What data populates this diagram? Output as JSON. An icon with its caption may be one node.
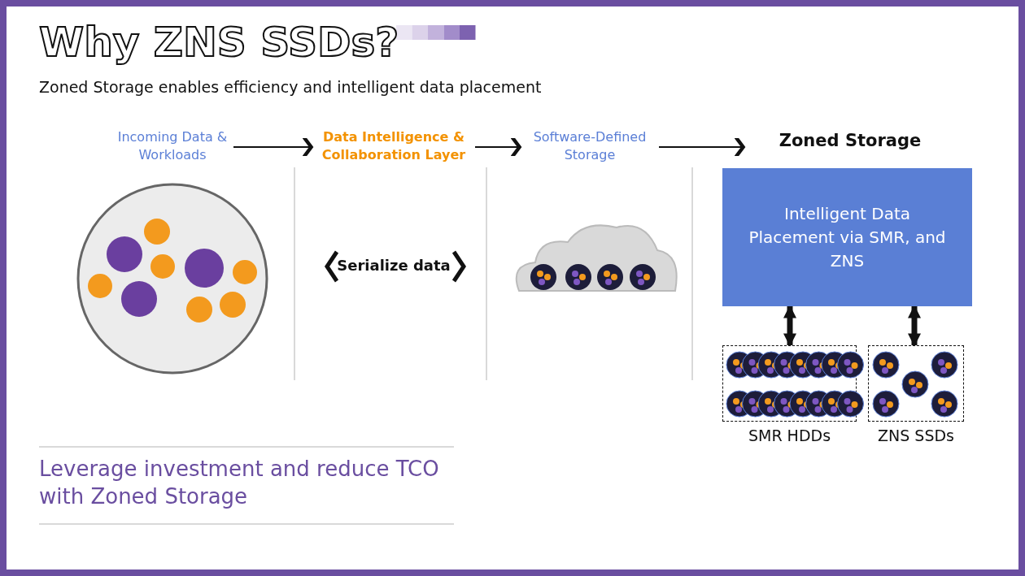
{
  "diagram": {
    "title": "Why ZNS SSDs?",
    "nodes": [
      {
        "text": [
          "Incoming Data & Workloads"
        ]
      },
      {
        "text": [
          "Data Intelligence & Collaboration Layer",
          "Serialize data"
        ]
      },
      {
        "text": [
          "Software-Defined Storage"
        ]
      },
      {
        "text": [
          "Zoned Storage"
        ]
      },
      {
        "text": [
          "Intelligent Data Placement via SMR, and ZNS"
        ]
      },
      {
        "text": [
          "SMR HDDs"
        ]
      },
      {
        "text": [
          "ZNS SSDs"
        ]
      }
    ],
    "edges": [
      {
        "from": 0,
        "to": 1,
        "arrow": "to"
      },
      {
        "from": 1,
        "to": 2,
        "arrow": "to"
      },
      {
        "from": 2,
        "to": 3,
        "arrow": "to"
      },
      {
        "from": 4,
        "to": 5,
        "arrow": "both",
        "style": "thick"
      },
      {
        "from": 4,
        "to": 6,
        "arrow": "both",
        "style": "thick"
      }
    ],
    "labels": [
      "Zoned Storage enables efficiency and intelligent data placement",
      "Leverage investment and reduce TCO with Zoned Storage"
    ]
  }
}
